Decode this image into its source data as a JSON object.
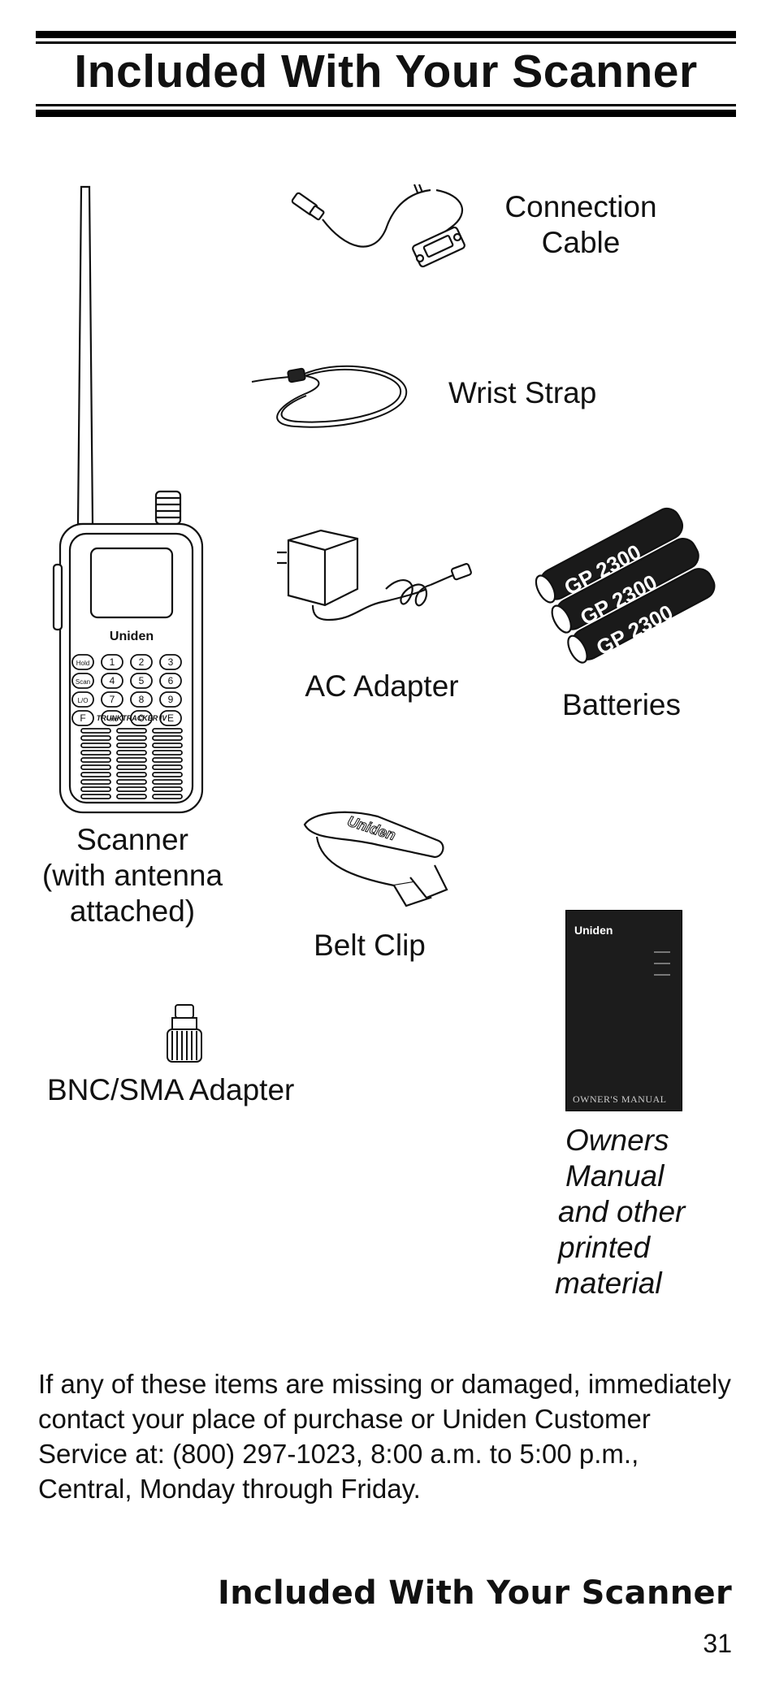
{
  "header": {
    "title": "Included With Your Scanner"
  },
  "items": {
    "connection_cable": {
      "line1": "Connection",
      "line2": "Cable"
    },
    "wrist_strap": "Wrist Strap",
    "ac_adapter": "AC Adapter",
    "batteries": {
      "label": "Batteries",
      "print": "GP 2300"
    },
    "scanner": {
      "line1": "Scanner",
      "line2": "(with antenna",
      "line3": "attached)",
      "brand": "Uniden",
      "model": "TRUNKTRACKER IV",
      "keys": [
        "Hold",
        "1",
        "2",
        "3",
        "Scan",
        "4",
        "5",
        "6",
        "L/O",
        "7",
        "8",
        "9",
        "F",
        "•.no",
        "0",
        "E"
      ]
    },
    "belt_clip": {
      "label": "Belt Clip",
      "brand": "Uniden"
    },
    "bnc_sma_adapter": "BNC/SMA Adapter",
    "manual": {
      "brand": "Uniden",
      "cover_text": "OWNER'S MANUAL",
      "line1": "Owners",
      "line2": "Manual",
      "line3": "and other",
      "line4": "printed",
      "line5": "material"
    }
  },
  "notice": "If any of these items are missing or damaged, immediately contact your place of purchase or Uniden Customer Service at: (800) 297-1023, 8:00 a.m. to 5:00 p.m., Central, Monday through Friday.",
  "footer": {
    "section_title": "Included With Your Scanner",
    "page_number": "31"
  }
}
